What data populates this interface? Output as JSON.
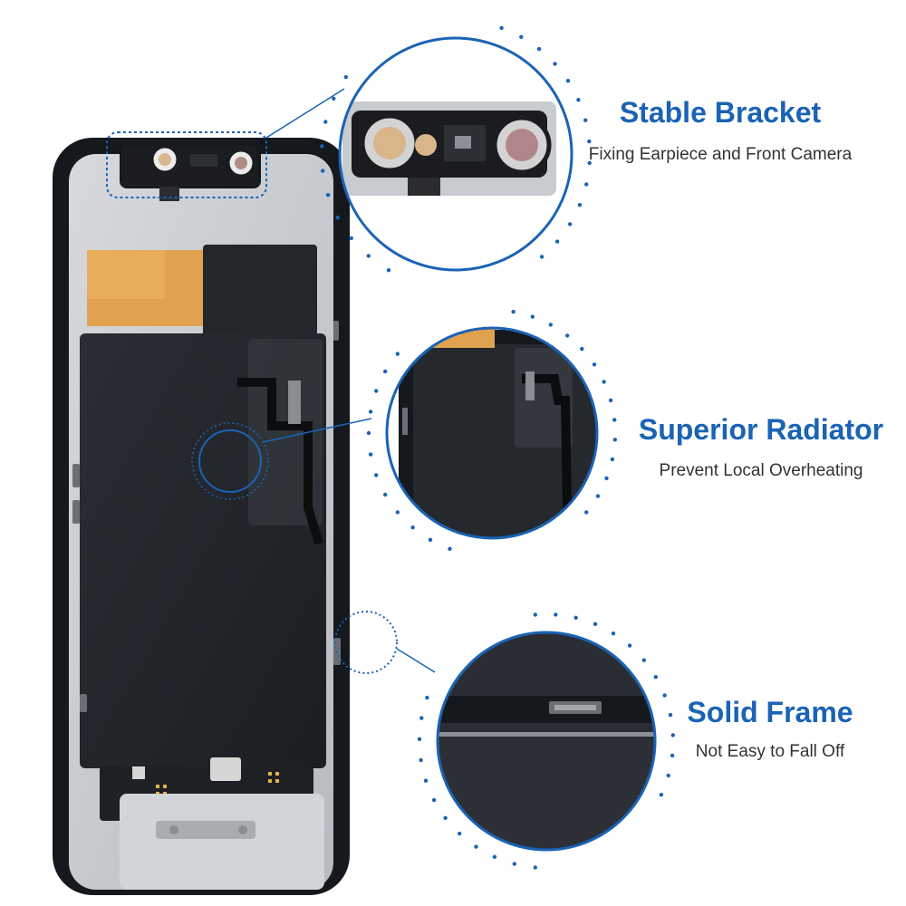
{
  "colors": {
    "accent_blue": "#1a63b5",
    "subtitle_gray": "#333333",
    "background": "#ffffff",
    "frame_black": "#1c1f24",
    "shield_silver": "#c9ccd0",
    "copper_tape": "#e1a24f"
  },
  "features": [
    {
      "title": "Stable Bracket",
      "subtitle": "Fixing Earpiece and Front Camera",
      "icon": "magnifier-zoom-icon"
    },
    {
      "title": "Superior Radiator",
      "subtitle": "Prevent Local Overheating",
      "icon": "magnifier-zoom-icon"
    },
    {
      "title": "Solid Frame",
      "subtitle": "Not Easy to Fall Off",
      "icon": "magnifier-zoom-icon"
    }
  ]
}
